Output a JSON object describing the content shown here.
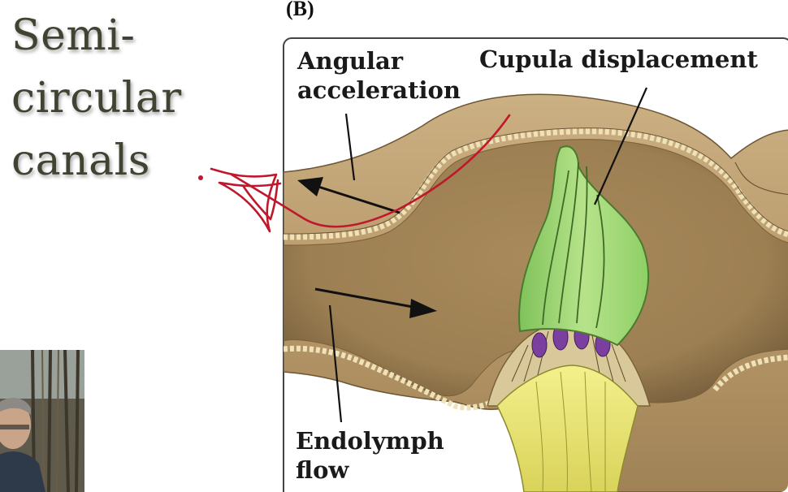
{
  "slide": {
    "title_lines": [
      "Semi-",
      "circular",
      "canals"
    ],
    "panel_label": "(B)"
  },
  "figure": {
    "labels": {
      "angular_acceleration_line1": "Angular",
      "angular_acceleration_line2": "acceleration",
      "cupula_displacement": "Cupula displacement",
      "endolymph_line1": "Endolymph",
      "endolymph_line2": "flow"
    },
    "colors": {
      "canal_tan": "#b8996a",
      "canal_shadow": "#8a6f46",
      "cupula_green": "#9fd66a",
      "hair_cell_purple": "#7b3fa0",
      "nerve_yellow": "#ecea7a",
      "annotation_red": "#c0172c"
    }
  },
  "presenter": {
    "icon": "presenter-webcam-thumbnail"
  }
}
